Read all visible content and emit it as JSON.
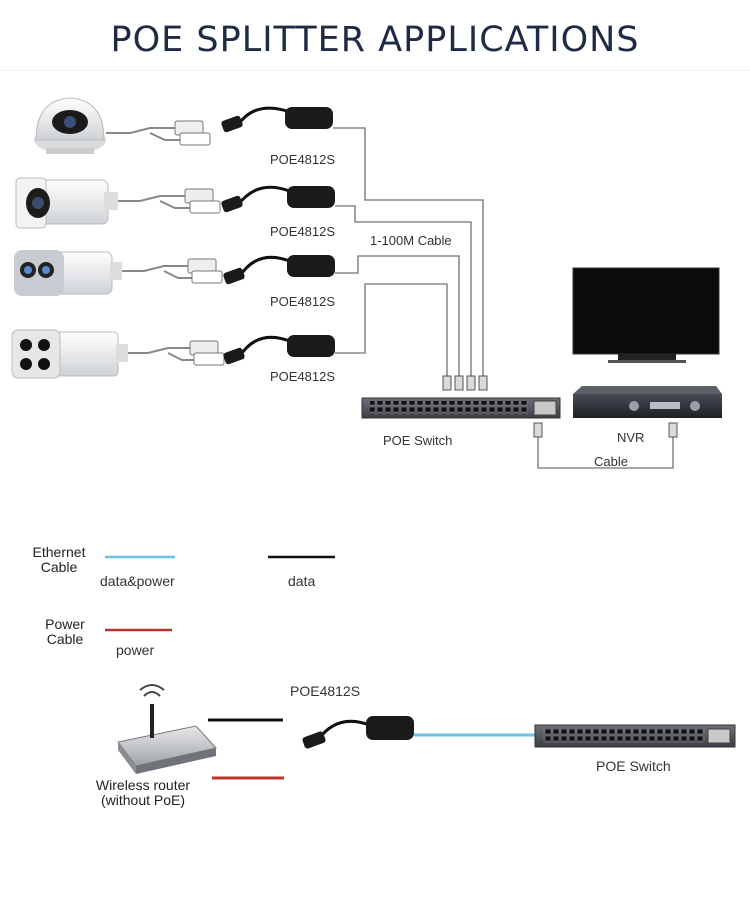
{
  "title": "POE SPLITTER APPLICATIONS",
  "top_diagram": {
    "splitters": [
      {
        "label": "POE4812S"
      },
      {
        "label": "POE4812S"
      },
      {
        "label": "POE4812S"
      },
      {
        "label": "POE4812S"
      }
    ],
    "cable_label": "1-100M Cable",
    "switch_label": "POE Switch",
    "nvr_label": "NVR",
    "nvr_cable_label": "Cable"
  },
  "legend": {
    "ethernet_cable": "Ethernet\nCable",
    "data_power": "data&power",
    "data": "data",
    "power_cable": "Power\nCable",
    "power": "power",
    "colors": {
      "data_power": "#6cc3e0",
      "data": "#111111",
      "power": "#b8342a"
    }
  },
  "bottom_diagram": {
    "splitter_label": "POE4812S",
    "router_label": "Wireless router\n(without PoE)",
    "switch_label": "POE Switch"
  }
}
